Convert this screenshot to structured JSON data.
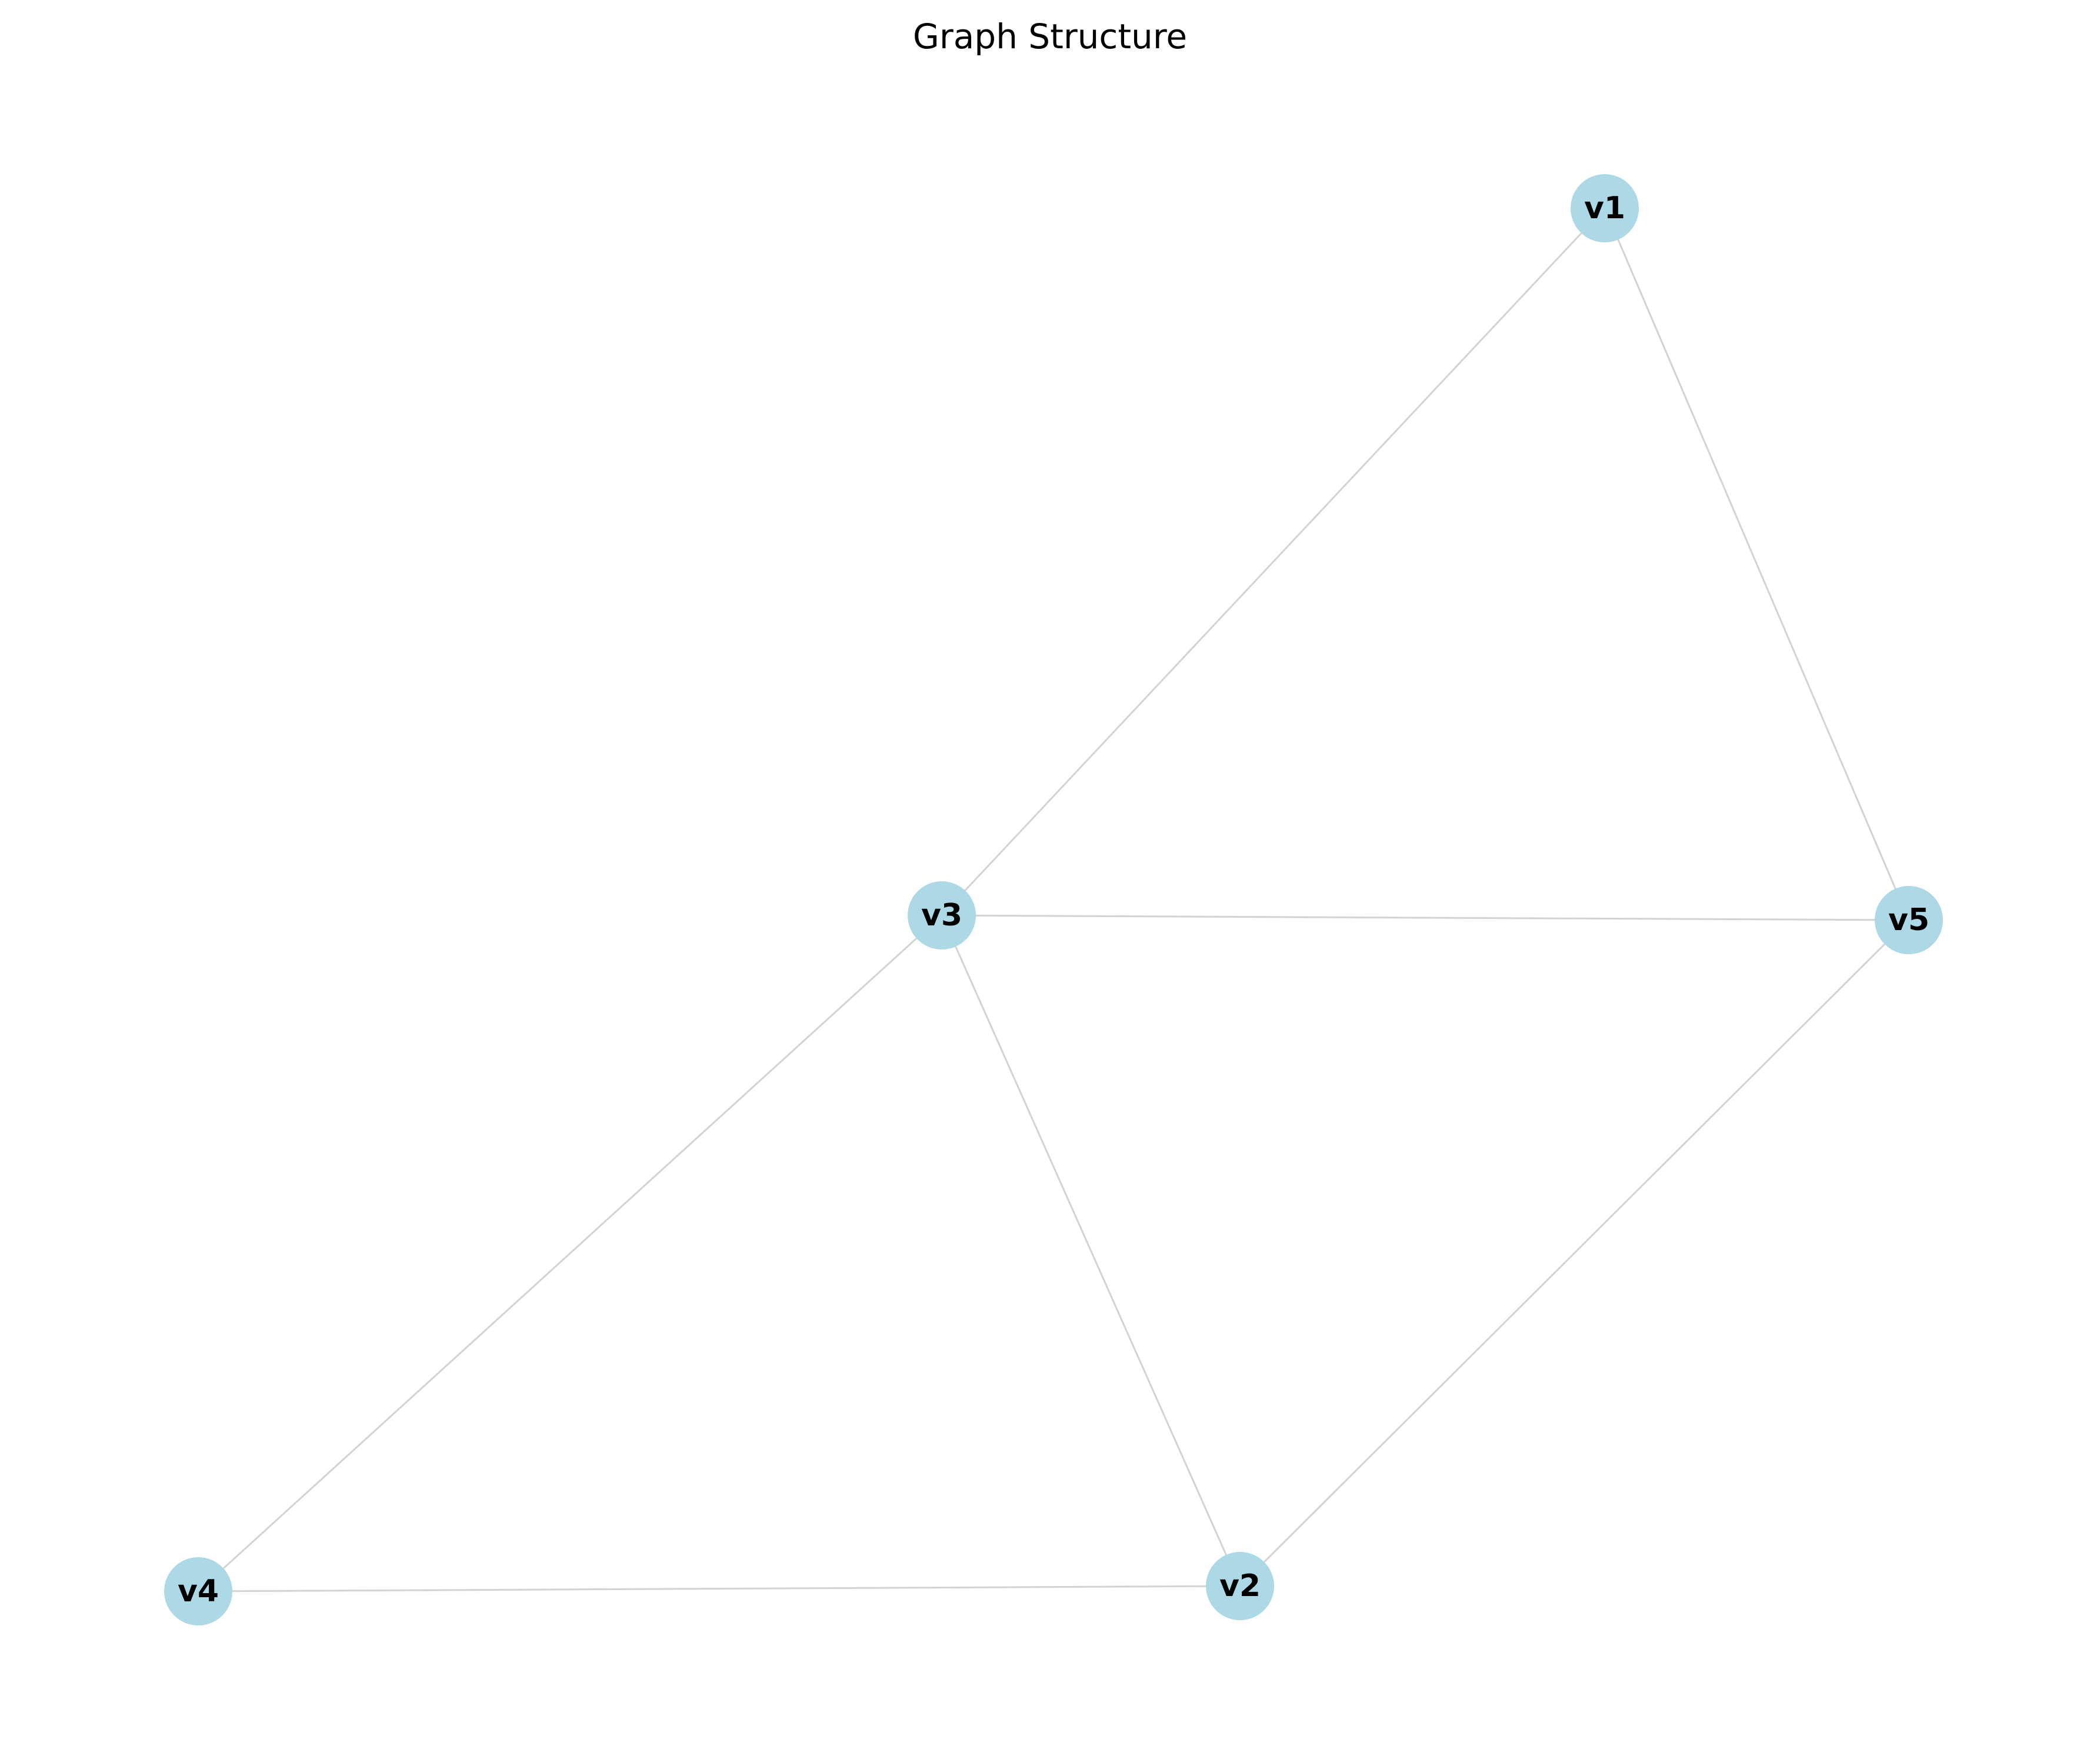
{
  "title": "Graph Structure",
  "colors": {
    "node_fill": "#add8e6",
    "edge_stroke": "#d3d3d3",
    "label": "#000000",
    "background": "#ffffff"
  },
  "nodes": [
    {
      "id": "v1",
      "label": "v1"
    },
    {
      "id": "v2",
      "label": "v2"
    },
    {
      "id": "v3",
      "label": "v3"
    },
    {
      "id": "v4",
      "label": "v4"
    },
    {
      "id": "v5",
      "label": "v5"
    }
  ],
  "edges": [
    {
      "source": "v1",
      "target": "v3"
    },
    {
      "source": "v1",
      "target": "v5"
    },
    {
      "source": "v3",
      "target": "v5"
    },
    {
      "source": "v3",
      "target": "v4"
    },
    {
      "source": "v3",
      "target": "v2"
    },
    {
      "source": "v5",
      "target": "v2"
    },
    {
      "source": "v4",
      "target": "v2"
    }
  ]
}
